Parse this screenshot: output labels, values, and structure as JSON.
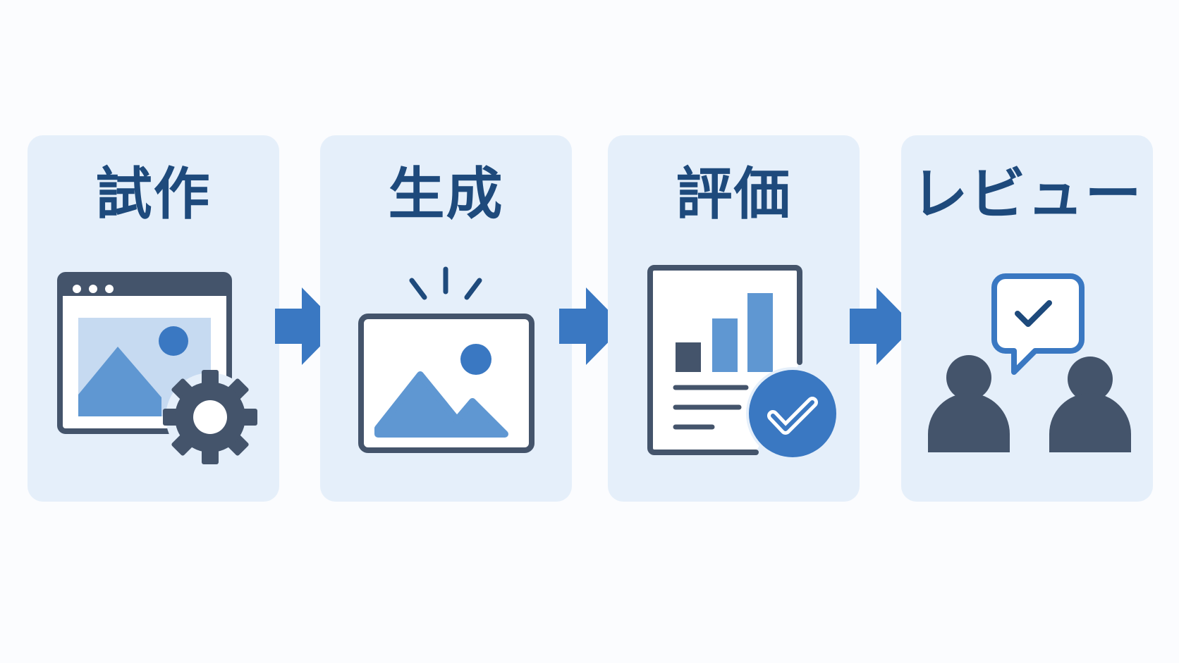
{
  "steps": [
    {
      "title": "試作",
      "icon": "browser-image-gear-icon"
    },
    {
      "title": "生成",
      "icon": "image-spark-icon"
    },
    {
      "title": "評価",
      "icon": "report-chart-check-icon"
    },
    {
      "title": "レビュー",
      "icon": "people-chat-check-icon"
    }
  ],
  "colors": {
    "card": "#e5effa",
    "dark": "#44546b",
    "blue": "#3a78c2",
    "light_blue": "#5f97d2",
    "title": "#1e4a7c"
  }
}
